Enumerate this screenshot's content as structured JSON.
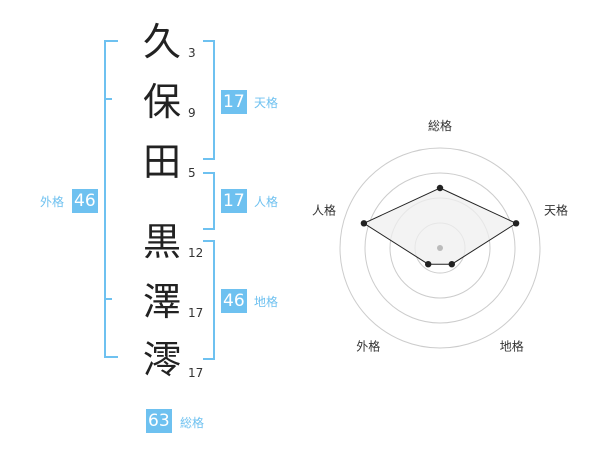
{
  "name": {
    "characters": [
      {
        "char": "久",
        "strokes": "3"
      },
      {
        "char": "保",
        "strokes": "9"
      },
      {
        "char": "田",
        "strokes": "5"
      },
      {
        "char": "黒",
        "strokes": "12"
      },
      {
        "char": "澤",
        "strokes": "17"
      },
      {
        "char": "澪",
        "strokes": "17"
      }
    ]
  },
  "fortunes": {
    "tenkaku": {
      "value": "17",
      "label": "天格"
    },
    "jinkaku": {
      "value": "17",
      "label": "人格"
    },
    "chikaku": {
      "value": "46",
      "label": "地格"
    },
    "gaikaku": {
      "value": "46",
      "label": "外格"
    },
    "soukaku": {
      "value": "63",
      "label": "総格"
    }
  },
  "chart_data": {
    "type": "radar",
    "axes": [
      "総格",
      "天格",
      "地格",
      "外格",
      "人格"
    ],
    "values": [
      3,
      4,
      1,
      1,
      4
    ],
    "max": 5,
    "rings": 4,
    "colors": {
      "fill": "#efefef",
      "line": "#222222",
      "ring": "#cccccc",
      "center": "#bbbbbb"
    }
  },
  "colors": {
    "accent": "#6ec1f0"
  }
}
